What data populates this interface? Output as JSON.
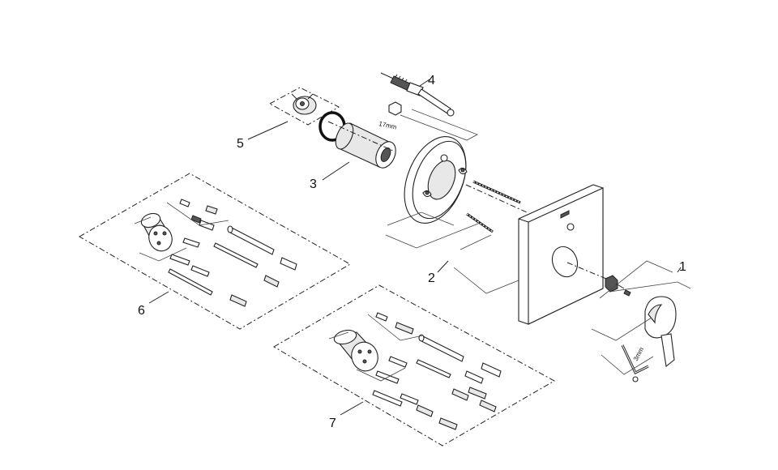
{
  "labels": {
    "part_1": "1",
    "part_2": "2",
    "part_3": "3",
    "part_4": "4",
    "part_5": "5",
    "part_6": "6",
    "part_7": "7"
  },
  "annotations": {
    "wrench_size": "17mm",
    "hex_key_size": "3mm"
  },
  "colors": {
    "line": "#222222",
    "background": "#ffffff"
  }
}
